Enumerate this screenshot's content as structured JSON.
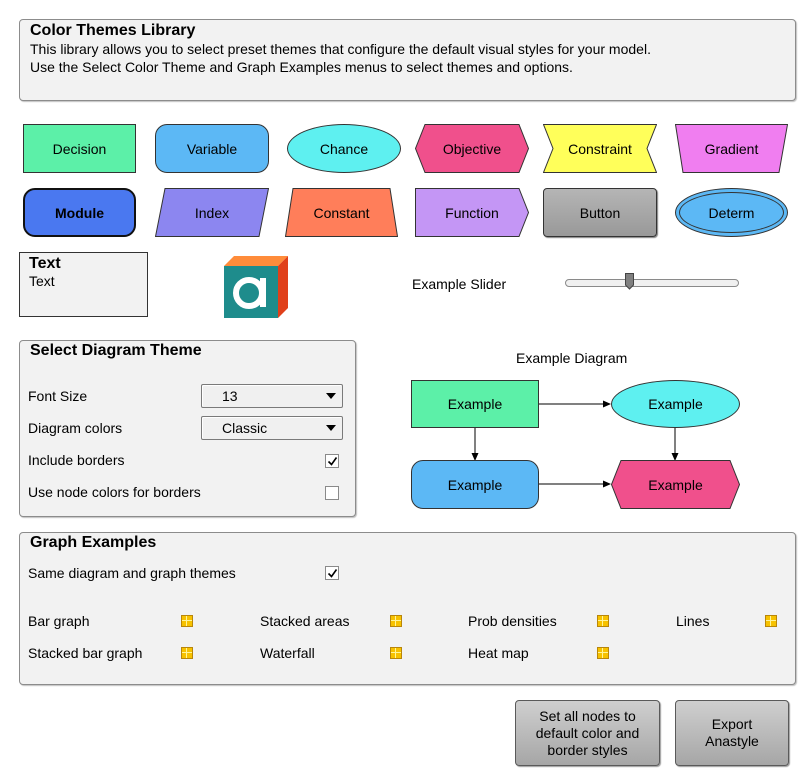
{
  "header": {
    "title": "Color Themes Library",
    "line1": "This library allows you to select preset themes that configure the default visual styles for your model.",
    "line2": "Use the Select Color Theme and Graph Examples menus to select themes and options."
  },
  "nodes": {
    "decision": "Decision",
    "variable": "Variable",
    "chance": "Chance",
    "objective": "Objective",
    "constraint": "Constraint",
    "gradient": "Gradient",
    "module": "Module",
    "index": "Index",
    "constant": "Constant",
    "function": "Function",
    "button": "Button",
    "determ": "Determ"
  },
  "text_node": {
    "title": "Text",
    "body": "Text"
  },
  "logo": {
    "icon": "analytica-logo-icon"
  },
  "slider": {
    "label": "Example Slider",
    "value_fraction": 0.37
  },
  "diagram_theme": {
    "title": "Select Diagram Theme",
    "font_size_label": "Font Size",
    "font_size_value": "13",
    "diagram_colors_label": "Diagram colors",
    "diagram_colors_value": "Classic",
    "include_borders_label": "Include borders",
    "include_borders_checked": true,
    "use_node_colors_label": "Use node colors for borders",
    "use_node_colors_checked": false
  },
  "example_diagram": {
    "title": "Example Diagram",
    "decision": "Example",
    "chance": "Example",
    "variable": "Example",
    "objective": "Example"
  },
  "graph_examples": {
    "title": "Graph Examples",
    "same_themes_label": "Same diagram and graph themes",
    "same_themes_checked": true,
    "bar_graph": "Bar graph",
    "stacked_areas": "Stacked areas",
    "prob_densities": "Prob densities",
    "lines": "Lines",
    "stacked_bar_graph": "Stacked bar graph",
    "waterfall": "Waterfall",
    "heat_map": "Heat map"
  },
  "buttons": {
    "set_all_line1": "Set all nodes to",
    "set_all_line2": "default color and",
    "set_all_line3": "border styles",
    "export_line1": "Export",
    "export_line2": "Anastyle"
  },
  "colors": {
    "decision": "#5cf0a8",
    "variable": "#5cb8f5",
    "chance": "#5ef0f0",
    "objective": "#f0508c",
    "constraint": "#ffff5a",
    "gradient": "#f07ef0",
    "module": "#4a78f0",
    "index": "#8c86f0",
    "constant": "#ff7e5a",
    "function": "#c496f5",
    "button": "#a0a0a0",
    "determ": "#5cb8f5"
  }
}
